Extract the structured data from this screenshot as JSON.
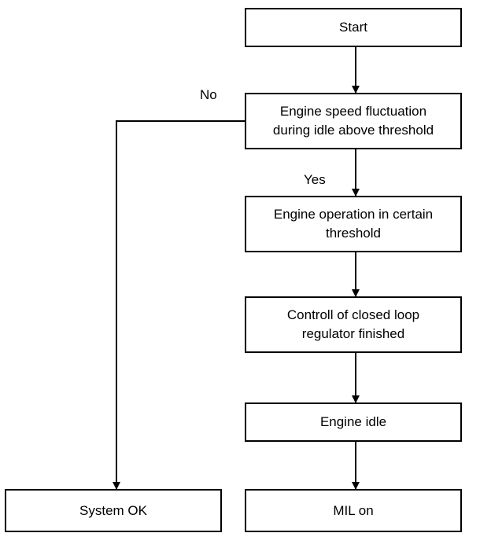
{
  "nodes": {
    "start": {
      "lines": [
        "Start"
      ]
    },
    "speed_check": {
      "lines": [
        "Engine speed fluctuation",
        "during idle above threshold"
      ]
    },
    "operation": {
      "lines": [
        "Engine operation in certain",
        "threshold"
      ]
    },
    "controll": {
      "lines": [
        "Controll of closed loop",
        "regulator finished"
      ]
    },
    "idle": {
      "lines": [
        "Engine idle"
      ]
    },
    "mil": {
      "lines": [
        "MIL on"
      ]
    },
    "system_ok": {
      "lines": [
        "System OK"
      ]
    }
  },
  "edge_labels": {
    "no": "No",
    "yes": "Yes"
  },
  "colors": {
    "line": "#000000",
    "box_fill": "#ffffff"
  }
}
